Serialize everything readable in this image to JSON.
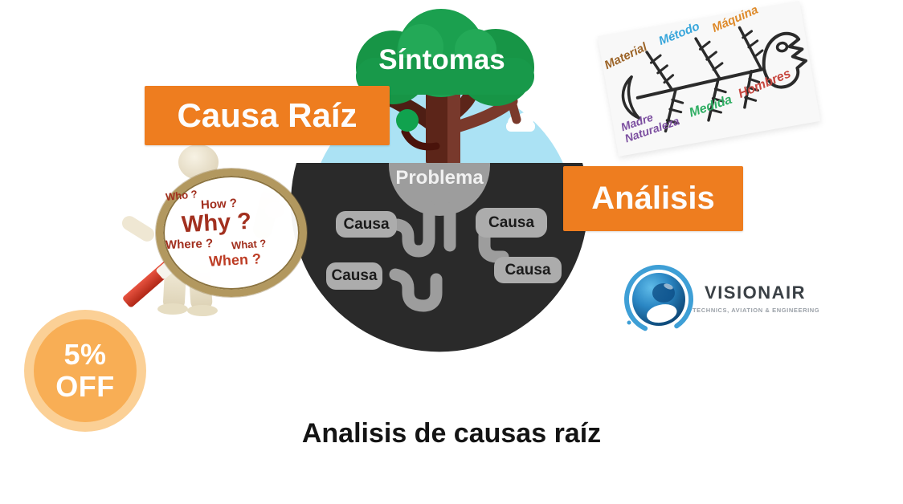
{
  "title": {
    "text": "Analisis de causas raíz",
    "color": "#141414"
  },
  "badge": {
    "line1": "5%",
    "line2": "OFF",
    "inner_color": "#F8AE55",
    "outer_color": "#FBD096",
    "text_color": "#FFFFFF"
  },
  "banners": {
    "causa_raiz": {
      "label": "Causa Raíz",
      "bg": "#EE7D1F"
    },
    "analisis": {
      "label": "Análisis",
      "bg": "#EE7D1F"
    },
    "sintomas": {
      "label": "Síntomas",
      "bg": "#18994A"
    }
  },
  "root_tree": {
    "problema_label": "Problema",
    "causas": [
      "Causa",
      "Causa",
      "Causa",
      "Causa"
    ],
    "colors": {
      "sky": "#ABE2F4",
      "ground": "#2A2A2A",
      "roots": "#9D9D9D",
      "boxes": "#ACACAC",
      "canopy": "#18994A",
      "trunk": "#5C2519",
      "fruit": "#10A24E"
    }
  },
  "magnifier": {
    "questions": [
      "Who ?",
      "How ?",
      "Why ?",
      "Where ?",
      "What ?",
      "When ?"
    ],
    "colors": {
      "text": "#A2301F",
      "ring": "#B2985F",
      "handle": "#C3301C",
      "body": "#EFE7D3"
    }
  },
  "fishbone": {
    "top_labels": [
      {
        "text": "Material",
        "color": "#9C6428"
      },
      {
        "text": "Método",
        "color": "#38A6DB"
      },
      {
        "text": "Máquina",
        "color": "#DE8A2A"
      }
    ],
    "bottom_labels": [
      {
        "text": "Madre Naturaleza",
        "color": "#7C4FA0"
      },
      {
        "text": "Medida",
        "color": "#2FAE63"
      },
      {
        "text": "Hombres",
        "color": "#C74840"
      }
    ],
    "sketch_color": "#2B2B2B"
  },
  "logo": {
    "name": "VISIONAIR",
    "tagline": "TECHNICS, AVIATION & ENGINEERING",
    "name_color": "#3A4045",
    "tagline_color": "#9BA1A8",
    "mark_colors": {
      "ring": "#3E9FD6",
      "sphere_dark": "#0A416F",
      "sphere_light": "#5FBBE8"
    }
  }
}
